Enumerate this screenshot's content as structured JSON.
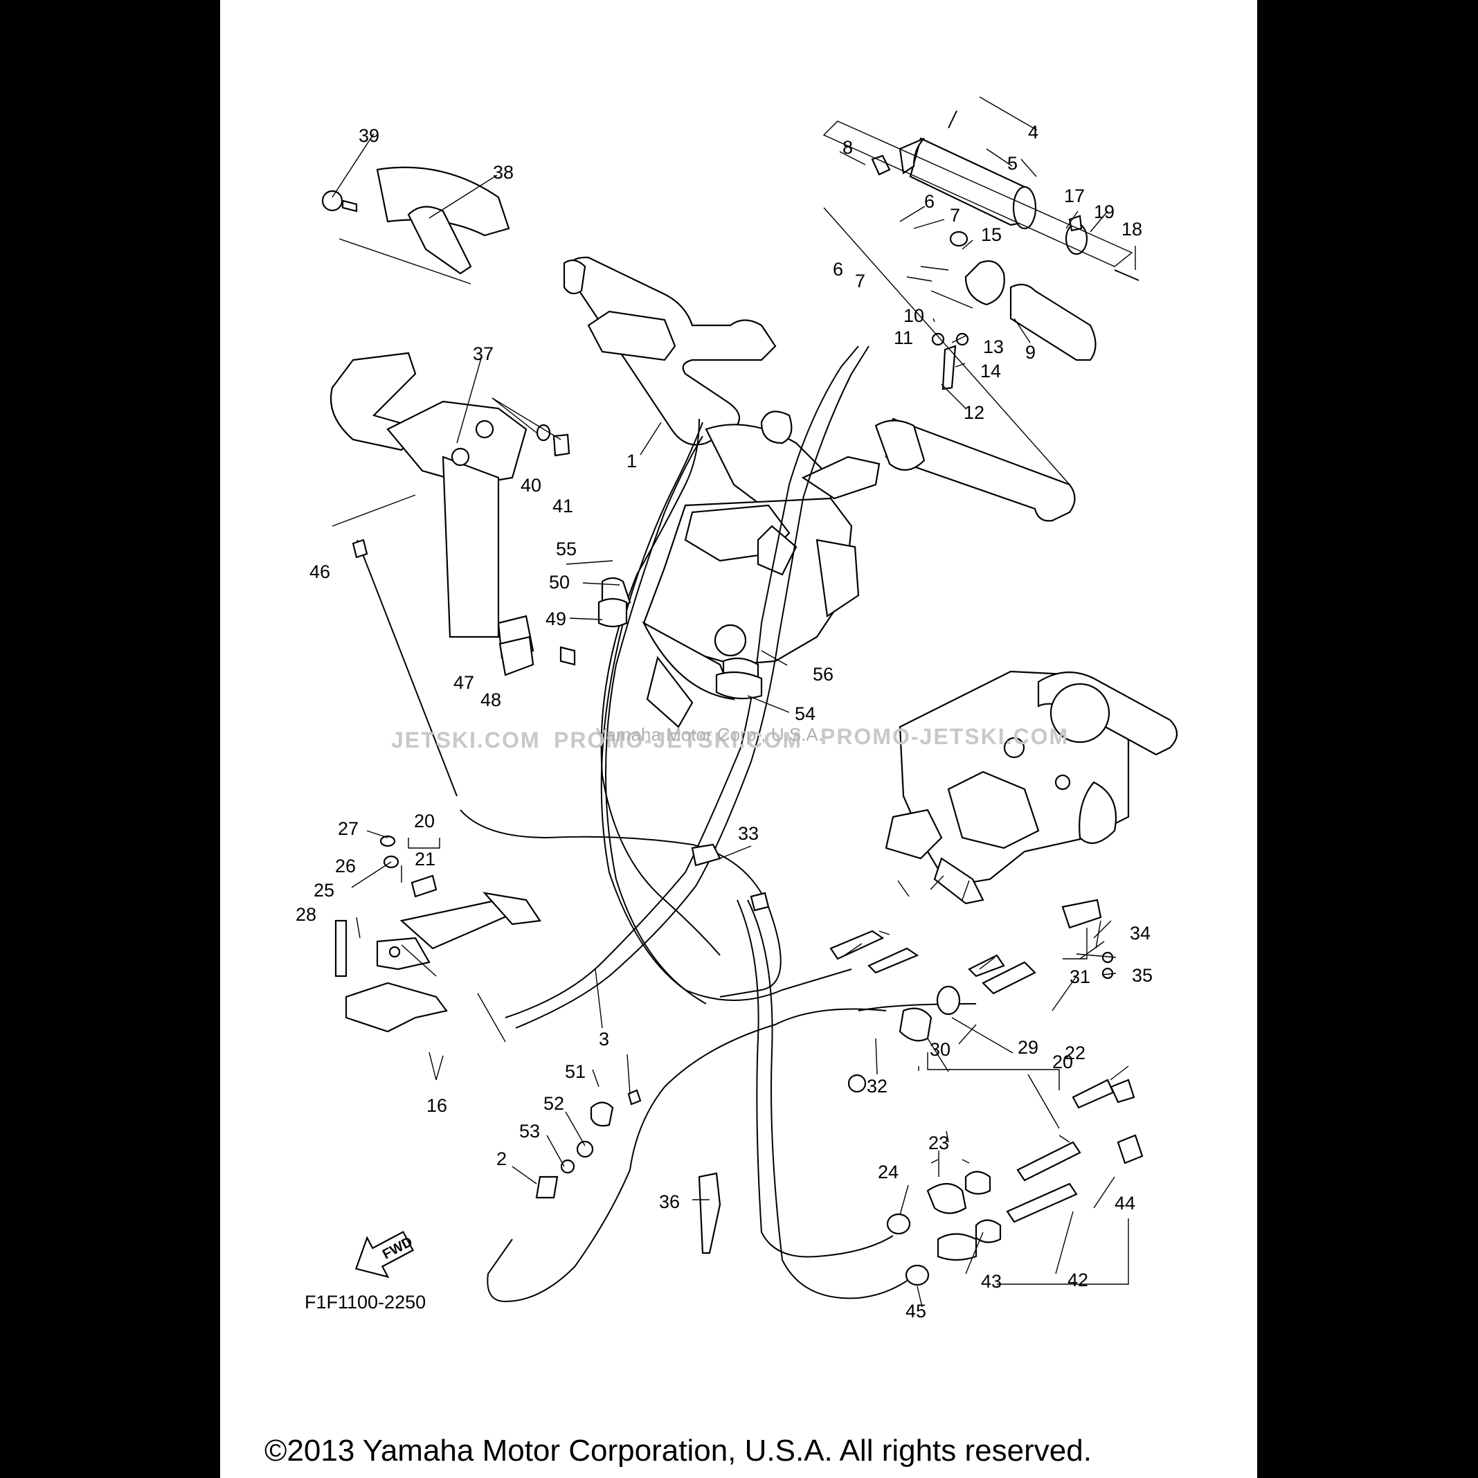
{
  "diagram_code": "F1F1100-2250",
  "copyright": "©2013 Yamaha Motor Corporation, U.S.A. All rights reserved.",
  "watermarks": [
    "JETSKI.COM",
    "PROMO-JETSKI.COM",
    "PROMO-JETSKI.COM"
  ],
  "watermark_small": "Yamaha Motor Corp., U.S.A.",
  "fwd_label": "FWD",
  "callouts": {
    "c1": "1",
    "c2": "2",
    "c3": "3",
    "c4": "4",
    "c5": "5",
    "c6a": "6",
    "c6b": "6",
    "c7a": "7",
    "c7b": "7",
    "c8": "8",
    "c9": "9",
    "c10": "10",
    "c11": "11",
    "c12": "12",
    "c13": "13",
    "c14": "14",
    "c15": "15",
    "c16": "16",
    "c17": "17",
    "c18": "18",
    "c19": "19",
    "c20a": "20",
    "c20b": "20",
    "c21": "21",
    "c22": "22",
    "c23": "23",
    "c24": "24",
    "c25": "25",
    "c26": "26",
    "c27": "27",
    "c28": "28",
    "c29": "29",
    "c30": "30",
    "c31": "31",
    "c32": "32",
    "c33": "33",
    "c34": "34",
    "c35": "35",
    "c36": "36",
    "c37": "37",
    "c38": "38",
    "c39": "39",
    "c40": "40",
    "c41": "41",
    "c42": "42",
    "c43": "43",
    "c44": "44",
    "c45": "45",
    "c46": "46",
    "c47": "47",
    "c48": "48",
    "c49": "49",
    "c50": "50",
    "c51": "51",
    "c52": "52",
    "c53": "53",
    "c54": "54",
    "c55": "55",
    "c56": "56"
  }
}
